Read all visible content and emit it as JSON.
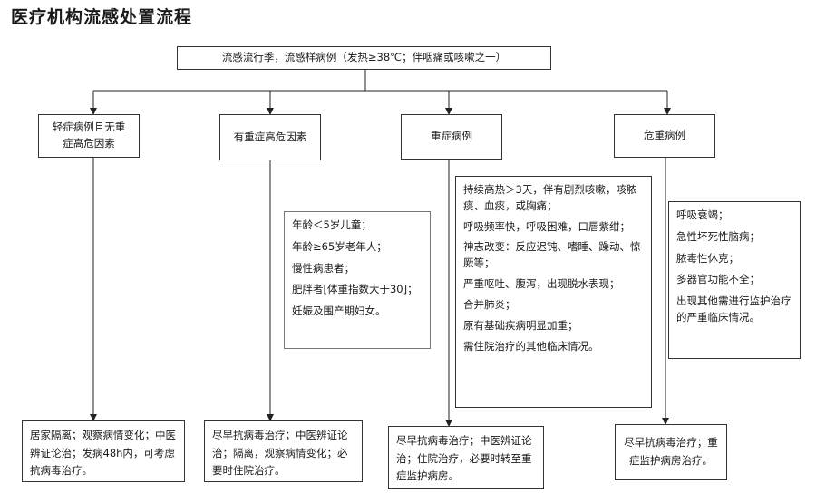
{
  "title": "医疗机构流感处置流程",
  "root": "流感流行季，流感样病例（发热≥38℃；伴咽痛或咳嗽之一）",
  "categories": [
    {
      "label": "轻症病例且无重症高危因素",
      "result": "居家隔离；观察病情变化；中医辨证论治；发病48h内，可考虑抗病毒治疗。"
    },
    {
      "label": "有重症高危因素",
      "result": "尽早抗病毒治疗；中医辨证论治；隔离，观察病情变化；必要时住院治疗。"
    },
    {
      "label": "重症病例",
      "result": "尽早抗病毒治疗；中医辨证论治；住院治疗，必要时转至重症监护病房。"
    },
    {
      "label": "危重病例",
      "result": "尽早抗病毒治疗；重症监护病房治疗。"
    }
  ],
  "risk_factors": [
    "年龄＜5岁儿童；",
    "年龄≥65岁老年人；",
    "慢性病患者；",
    "肥胖者[体重指数大于30]；",
    "妊娠及围产期妇女。"
  ],
  "severe_criteria": [
    "持续高热＞3天，伴有剧烈咳嗽，咳脓痰、血痰，或胸痛；",
    "呼吸频率快，呼吸困难，口唇紫绀；",
    "神志改变：反应迟钝、嗜睡、躁动、惊厥等；",
    "严重呕吐、腹泻，出现脱水表现；",
    "合并肺炎；",
    "原有基础疾病明显加重；",
    "需住院治疗的其他临床情况。"
  ],
  "critical_criteria": [
    "呼吸衰竭；",
    "急性坏死性脑病；",
    "脓毒性休克；",
    "多器官功能不全；",
    "出现其他需进行监护治疗的严重临床情况。"
  ]
}
